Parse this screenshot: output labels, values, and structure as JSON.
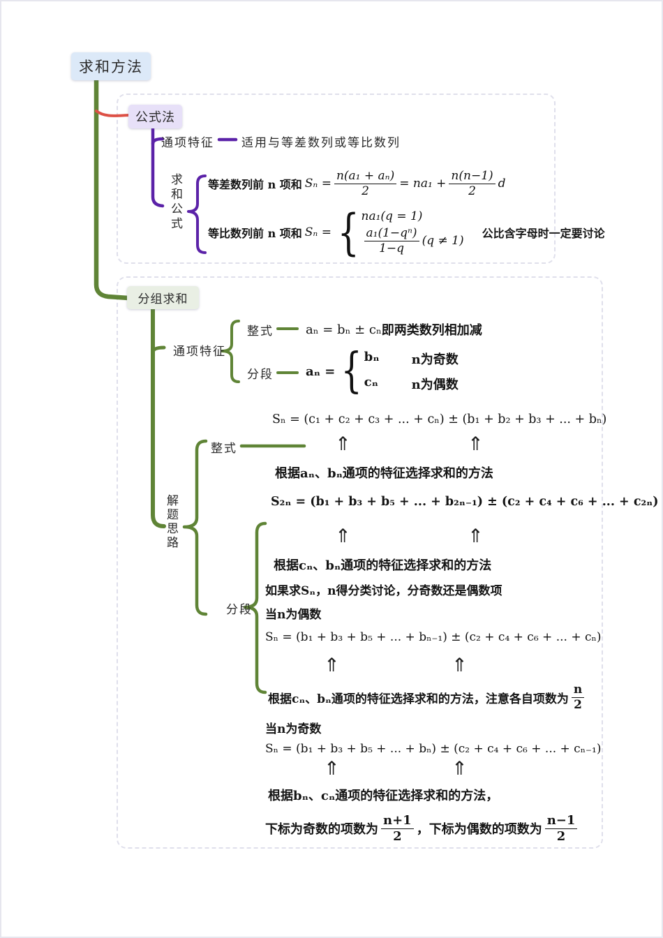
{
  "symbols": {
    "double_up_arrow": "⇑",
    "lbrace": "{"
  },
  "colors": {
    "trunk_green": "#5f8436",
    "connector_red": "#dd5146",
    "branch_purple": "#5b22a8",
    "root_bg": "#dce9f8",
    "formula_node_bg": "#e7e0f8",
    "group_node_bg": "#e9efe4"
  },
  "root": {
    "label": "求和方法"
  },
  "formula_method": {
    "node_label": "公式法",
    "feature_label": "通项特征",
    "feature_desc": "适用与等差数列或等比数列",
    "sum_label": "求和公式",
    "arith": {
      "label": "等差数列前 n 项和",
      "lhs": "Sₙ =",
      "num1": "n(a₁ + aₙ)",
      "den1": "2",
      "mid": "= na₁ +",
      "num2": "n(n−1)",
      "den2": "2",
      "tail": "d"
    },
    "geom": {
      "label": "等比数列前 n 项和",
      "lhs": "Sₙ =",
      "case1": "na₁(q = 1)",
      "num": "a₁(1−qⁿ)",
      "den": "1−q",
      "cond": "(q ≠ 1)",
      "note": "公比含字母时一定要讨论"
    }
  },
  "group_method": {
    "node_label": "分组求和",
    "feature": {
      "label": "通项特征",
      "integral_label": "整式",
      "integral_formula": "aₙ = bₙ ± cₙ",
      "integral_desc": "即两类数列相加减",
      "piecewise_label": "分段",
      "piecewise_lhs": "aₙ =",
      "case1": "bₙ",
      "cond1": "n为奇数",
      "case2": "cₙ",
      "cond2": "n为偶数"
    },
    "strategy": {
      "label": "解题思路",
      "integral_label": "整式",
      "integral_formula": "Sₙ = (c₁ + c₂ + c₃ + ... + cₙ) ± (b₁ + b₂ + b₃ + ... + bₙ)",
      "integral_note": "根据aₙ、bₙ通项的特征选择求和的方法",
      "s2n_formula": "S₂ₙ = (b₁ + b₃ + b₅ + ... + b₂ₙ₋₁) ± (c₂ + c₄ + c₆ + ... + c₂ₙ)",
      "piecewise_label": "分段",
      "piecewise_note": "根据cₙ、bₙ通项的特征选择求和的方法",
      "piecewise_line1": "如果求Sₙ，n得分类讨论，分奇数还是偶数项",
      "even_head": "当n为偶数",
      "even_formula": "Sₙ = (b₁ + b₃ + b₅ + ... + bₙ₋₁) ± (c₂ + c₄ + c₆ + ... + cₙ)",
      "even_note_pre": "根据cₙ、bₙ通项的特征选择求和的方法，注意各自项数为",
      "even_frac_num": "n",
      "even_frac_den": "2",
      "odd_head": "当n为奇数",
      "odd_formula": "Sₙ = (b₁ + b₃ + b₅ + ... + bₙ) ± (c₂ + c₄ + c₆ + ... + cₙ₋₁)",
      "odd_note1": "根据bₙ、cₙ通项的特征选择求和的方法，",
      "odd_note2_pre": "下标为奇数的项数为",
      "odd_frac1_num": "n+1",
      "odd_frac1_den": "2",
      "odd_note2_mid": "，下标为偶数的项数为",
      "odd_frac2_num": "n−1",
      "odd_frac2_den": "2"
    }
  }
}
